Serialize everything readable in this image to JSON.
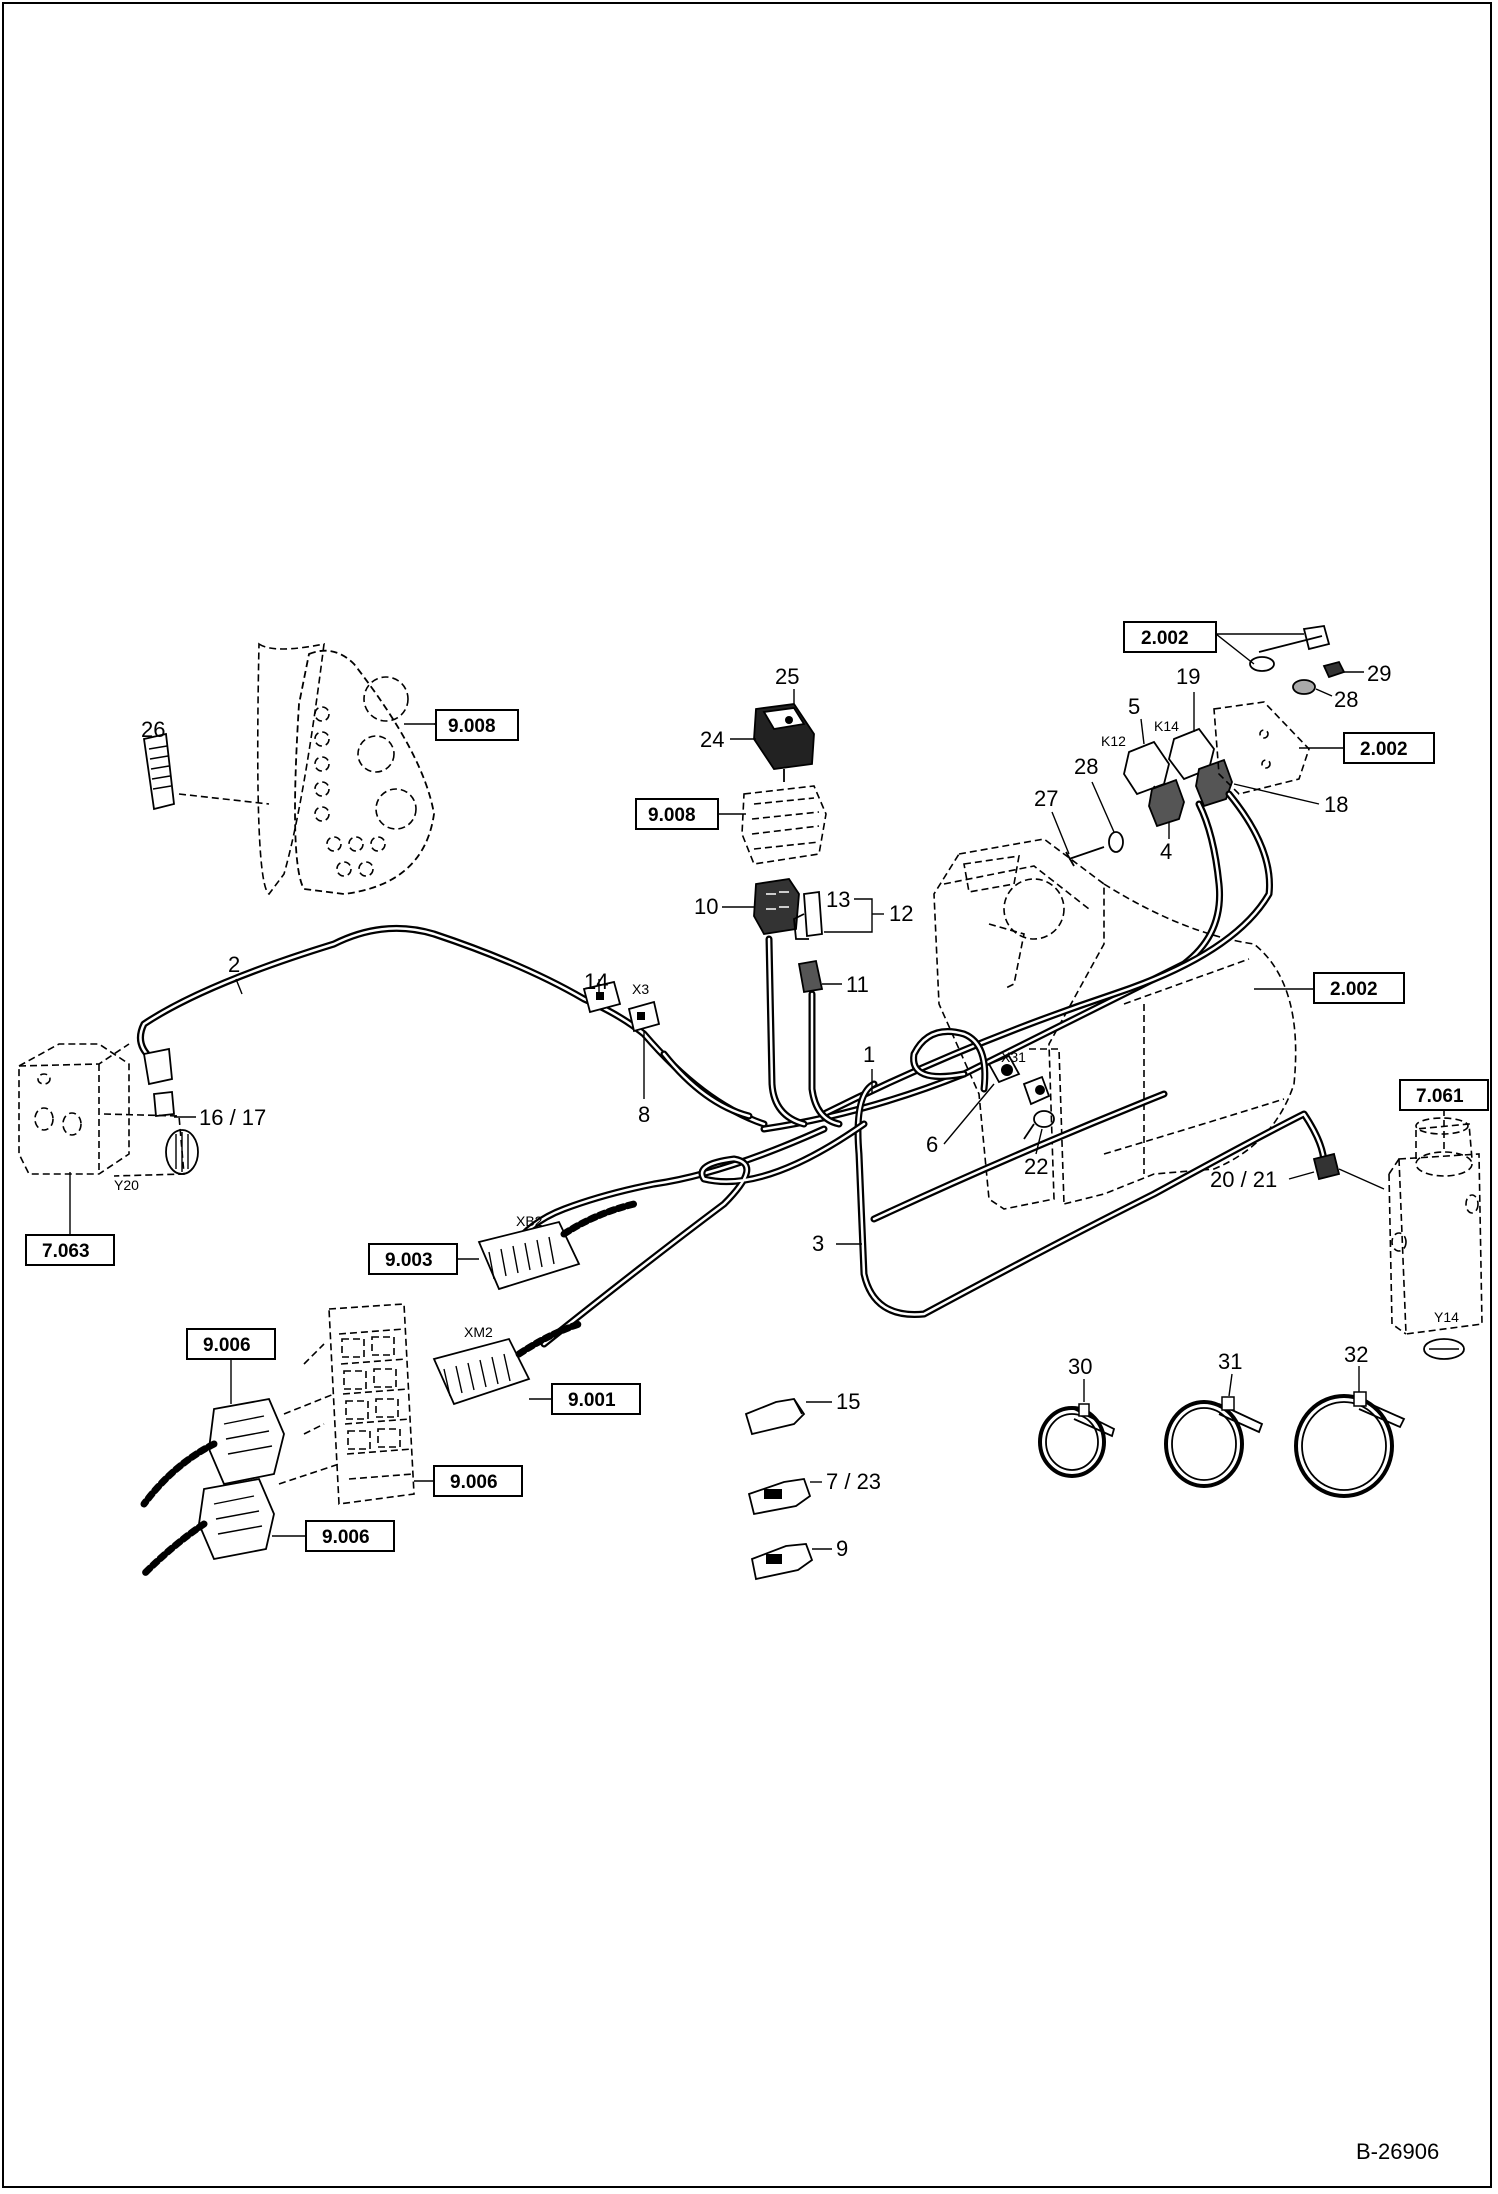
{
  "document_number": "B-26906",
  "connector_tags": {
    "x3": "X3",
    "x31": "X31",
    "xb2": "XB2",
    "xm2": "XM2",
    "k12": "K12",
    "k14": "K14",
    "y20": "Y20",
    "y14": "Y14"
  },
  "item_numbers": {
    "n1": "1",
    "n2": "2",
    "n3": "3",
    "n4": "4",
    "n5": "5",
    "n6": "6",
    "n7_23": "7 / 23",
    "n8": "8",
    "n9": "9",
    "n10": "10",
    "n11": "11",
    "n12": "12",
    "n13": "13",
    "n14": "14",
    "n15": "15",
    "n16_17": "16 / 17",
    "n18": "18",
    "n19": "19",
    "n20_21": "20 / 21",
    "n22": "22",
    "n24": "24",
    "n25": "25",
    "n26": "26",
    "n27": "27",
    "n28a": "28",
    "n28b": "28",
    "n29": "29",
    "n30": "30",
    "n31": "31",
    "n32": "32"
  },
  "references": {
    "r2002_top": "2.002",
    "r2002_bracket": "2.002",
    "r2002_tank": "2.002",
    "r9008_panel": "9.008",
    "r9008_socket": "9.008",
    "r7063": "7.063",
    "r7061": "7.061",
    "r9003": "9.003",
    "r9006_a": "9.006",
    "r9006_b": "9.006",
    "r9006_c": "9.006",
    "r9001": "9.001"
  }
}
